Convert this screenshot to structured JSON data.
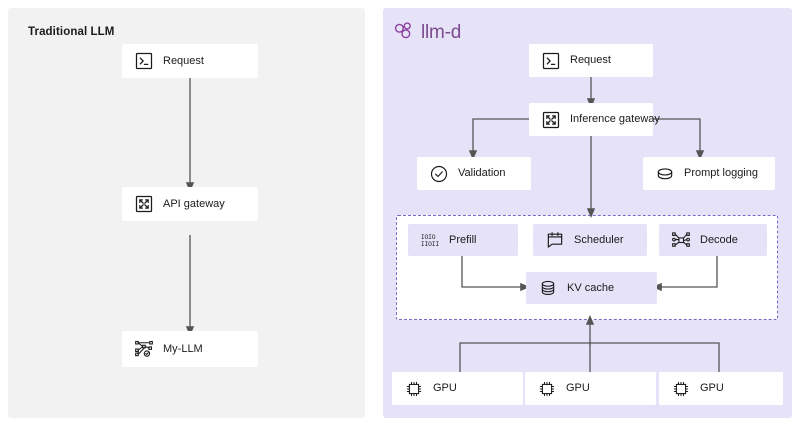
{
  "left_panel": {
    "title": "Traditional LLM",
    "background_color": "#f2f2f2",
    "nodes": [
      {
        "id": "request",
        "label": "Request",
        "icon": "terminal-prompt-icon"
      },
      {
        "id": "api-gateway",
        "label": "API gateway",
        "icon": "gateway-arrows-icon"
      },
      {
        "id": "my-llm",
        "label": "My-LLM",
        "icon": "model-graph-check-icon"
      }
    ],
    "edges": [
      {
        "from": "request",
        "to": "api-gateway"
      },
      {
        "from": "api-gateway",
        "to": "my-llm"
      }
    ]
  },
  "right_panel": {
    "background_color": "#e6e2f8",
    "logo": {
      "text": "llm-d",
      "mark": "llm-d-molecule-icon",
      "color": "#7a4b8f"
    },
    "nodes": [
      {
        "id": "request",
        "label": "Request",
        "icon": "terminal-prompt-icon"
      },
      {
        "id": "inference-gateway",
        "label": "Inference gateway",
        "icon": "gateway-arrows-icon"
      },
      {
        "id": "validation",
        "label": "Validation",
        "icon": "check-circle-icon"
      },
      {
        "id": "prompt-logging",
        "label": "Prompt logging",
        "icon": "database-disk-icon"
      },
      {
        "id": "prefill",
        "label": "Prefill",
        "icon": "binary-digits-icon"
      },
      {
        "id": "scheduler",
        "label": "Scheduler",
        "icon": "calendar-note-icon"
      },
      {
        "id": "decode",
        "label": "Decode",
        "icon": "node-graph-icon"
      },
      {
        "id": "kv-cache",
        "label": "KV cache",
        "icon": "database-stack-icon"
      },
      {
        "id": "gpu-1",
        "label": "GPU",
        "icon": "chip-processor-icon"
      },
      {
        "id": "gpu-2",
        "label": "GPU",
        "icon": "chip-processor-icon"
      },
      {
        "id": "gpu-3",
        "label": "GPU",
        "icon": "chip-processor-icon"
      }
    ],
    "dashed_group": {
      "border_color": "#7b68c8",
      "style": "dashed"
    },
    "edges": [
      {
        "from": "request",
        "to": "inference-gateway"
      },
      {
        "from": "inference-gateway",
        "to": "validation"
      },
      {
        "from": "inference-gateway",
        "to": "prompt-logging"
      },
      {
        "from": "inference-gateway",
        "to": "dashed-group"
      },
      {
        "from": "prefill",
        "to": "kv-cache"
      },
      {
        "from": "decode",
        "to": "kv-cache"
      },
      {
        "from": "gpu-1",
        "to": "kv-cache"
      },
      {
        "from": "gpu-2",
        "to": "kv-cache"
      },
      {
        "from": "gpu-3",
        "to": "kv-cache"
      }
    ]
  },
  "theme": {
    "arrow_color": "#555555",
    "text_color": "#1b1b1b",
    "node_fill": "#ffffff",
    "node_fill_lavender": "#e6e2f8"
  }
}
